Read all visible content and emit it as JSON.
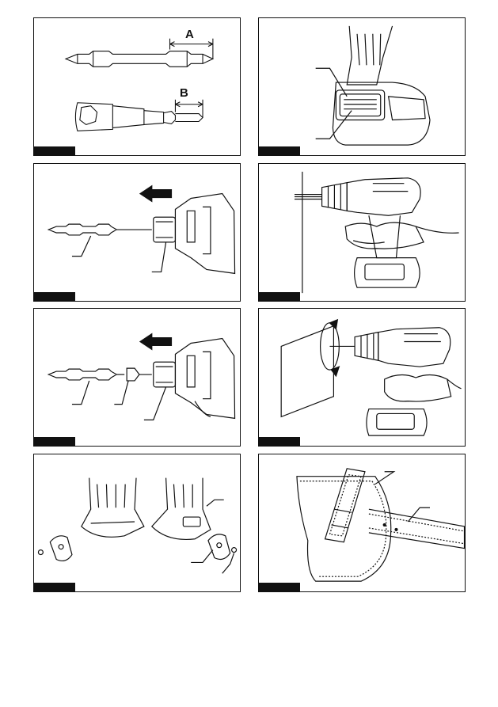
{
  "panels": [
    {
      "id": "p1",
      "description": "bit-dimensions",
      "labels": {
        "a": "A",
        "b": "B"
      }
    },
    {
      "id": "p2",
      "description": "battery-cartridge"
    },
    {
      "id": "p3",
      "description": "bit-insertion"
    },
    {
      "id": "p4",
      "description": "drilling-posture"
    },
    {
      "id": "p5",
      "description": "bit-insertion-with-adapter"
    },
    {
      "id": "p6",
      "description": "screwdriving-rotation"
    },
    {
      "id": "p7",
      "description": "hook-installation"
    },
    {
      "id": "p8",
      "description": "holster-on-belt"
    }
  ],
  "colors": {
    "line": "#111111",
    "tab": "#111111",
    "background": "#ffffff"
  }
}
